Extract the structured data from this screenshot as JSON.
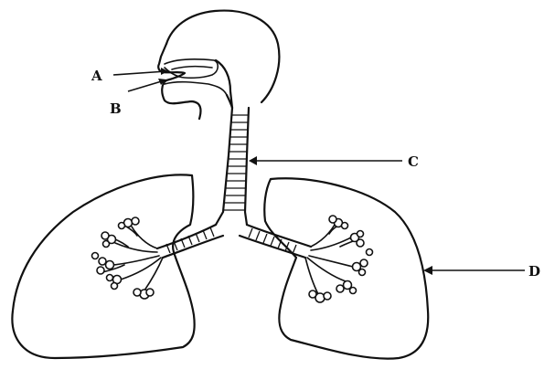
{
  "diagram": {
    "labels": {
      "a": "A",
      "b": "B",
      "c": "C",
      "d": "D"
    }
  }
}
